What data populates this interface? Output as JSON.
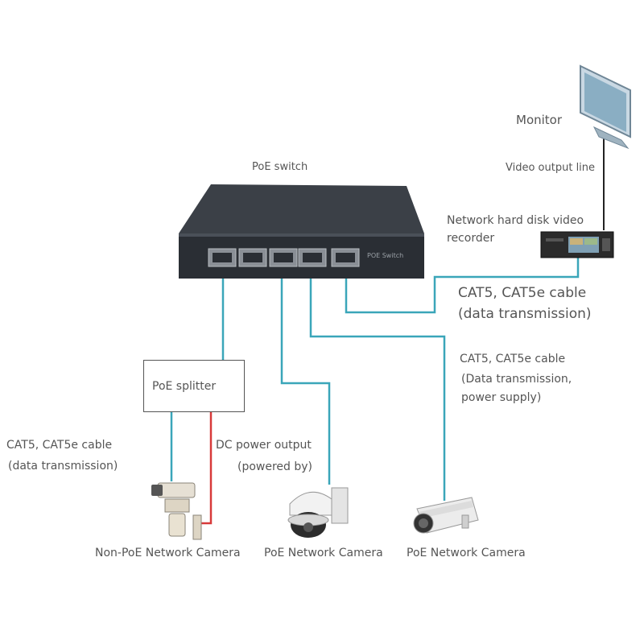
{
  "labels": {
    "monitor": "Monitor",
    "video_output_line": "Video output line",
    "poe_switch": "PoE switch",
    "nvr_line1": "Network hard disk video",
    "nvr_line2": "recorder",
    "cable_data_line1": "CAT5, CAT5e cable",
    "cable_data_line2": "(data transmission)",
    "cable_power_line1": "CAT5, CAT5e cable",
    "cable_power_line2": "(Data transmission,",
    "cable_power_line3": "power supply)",
    "poe_splitter": "PoE splitter",
    "left_cable_line1": "CAT5, CAT5e cable",
    "left_cable_line2": "(data transmission)",
    "dc_power_line1": "DC power output",
    "dc_power_line2": "(powered by)",
    "camera_non_poe": "Non-PoE Network Camera",
    "camera_poe_dome": "PoE Network Camera",
    "camera_poe_bullet": "PoE Network Camera",
    "switch_faceplate": "POE Switch"
  },
  "colors": {
    "data_cable": "#3aa6b9",
    "power_cable": "#d83a3a",
    "switch_body": "#2e3238",
    "text": "#555555"
  }
}
